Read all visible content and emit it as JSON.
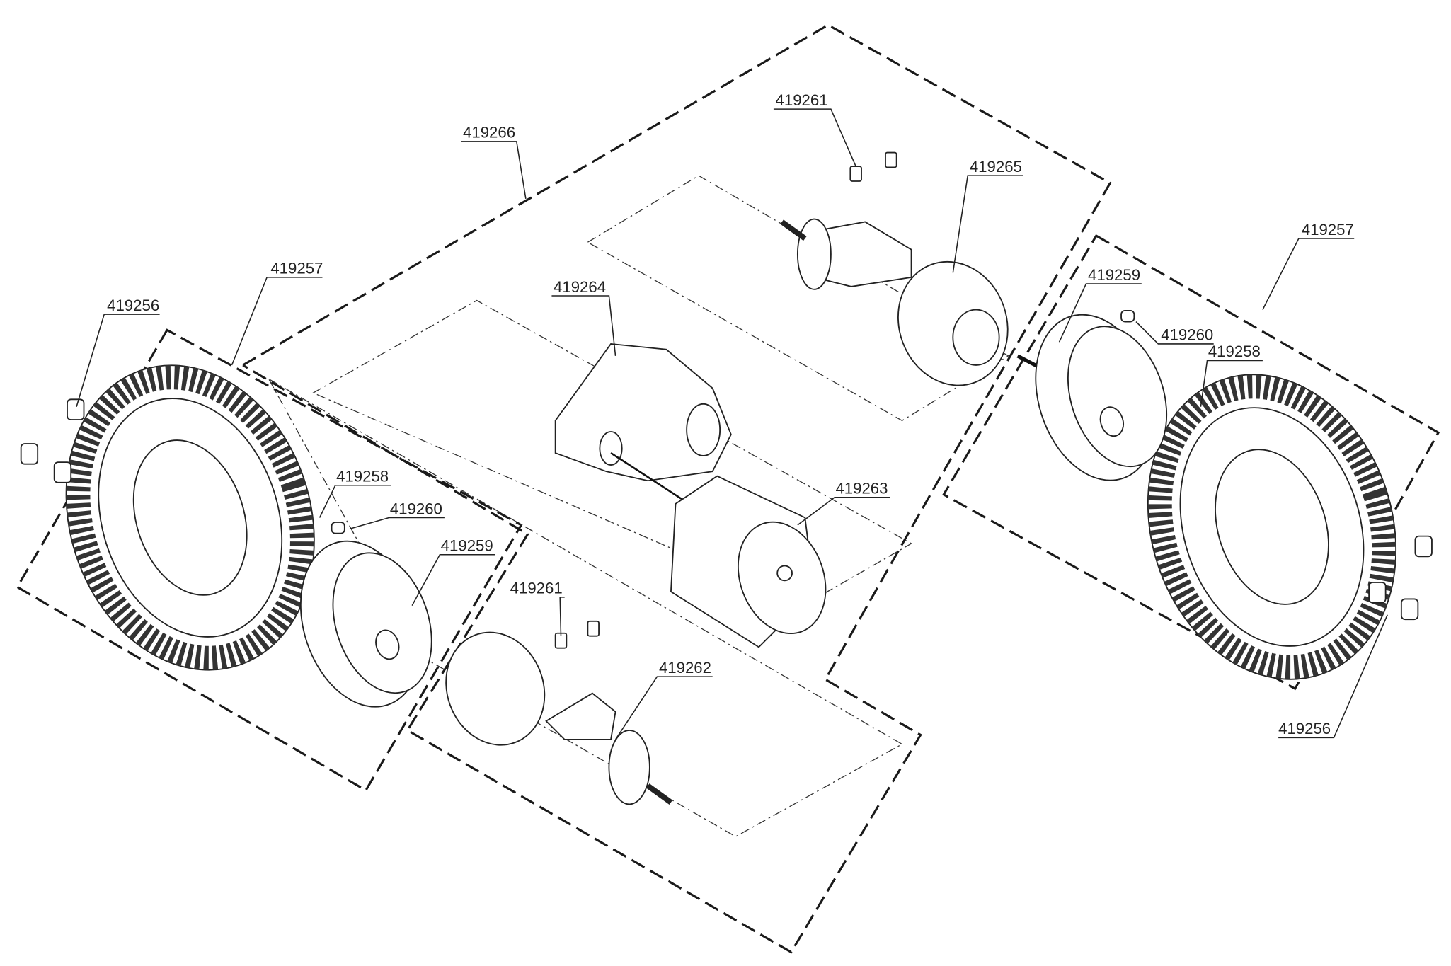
{
  "diagram": {
    "title": "Drive axle assembly exploded view",
    "callouts": {
      "assembly_drive": "419266",
      "fitting_top": "419261",
      "brake_top": "419265",
      "wheel_left": "419257",
      "lugnut_left": "419256",
      "gearbox": "419264",
      "rim_right": "419259",
      "wheel_right": "419257",
      "valve_right": "419260",
      "tire_right": "419258",
      "tire_left": "419258",
      "valve_left": "419260",
      "rim_left": "419259",
      "motor": "419263",
      "fitting_bottom": "419261",
      "brake_bottom": "419262",
      "lugnut_right": "419256"
    }
  }
}
